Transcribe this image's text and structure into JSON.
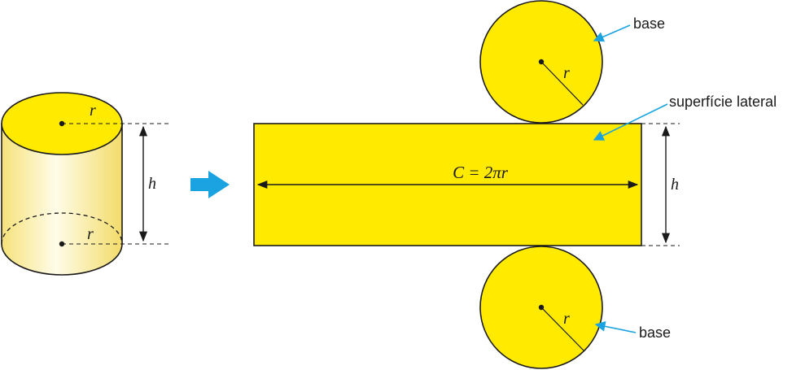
{
  "labels": {
    "top_base": "base",
    "bottom_base": "base",
    "lateral": "superfície lateral",
    "formula": "C = 2πr",
    "radius": "r",
    "height": "h"
  },
  "colors": {
    "fill": "#ffea00",
    "arrow": "#1aa3e0",
    "stroke": "#1a1a1a"
  },
  "icons": {
    "transform_arrow": "right-arrow-icon"
  }
}
